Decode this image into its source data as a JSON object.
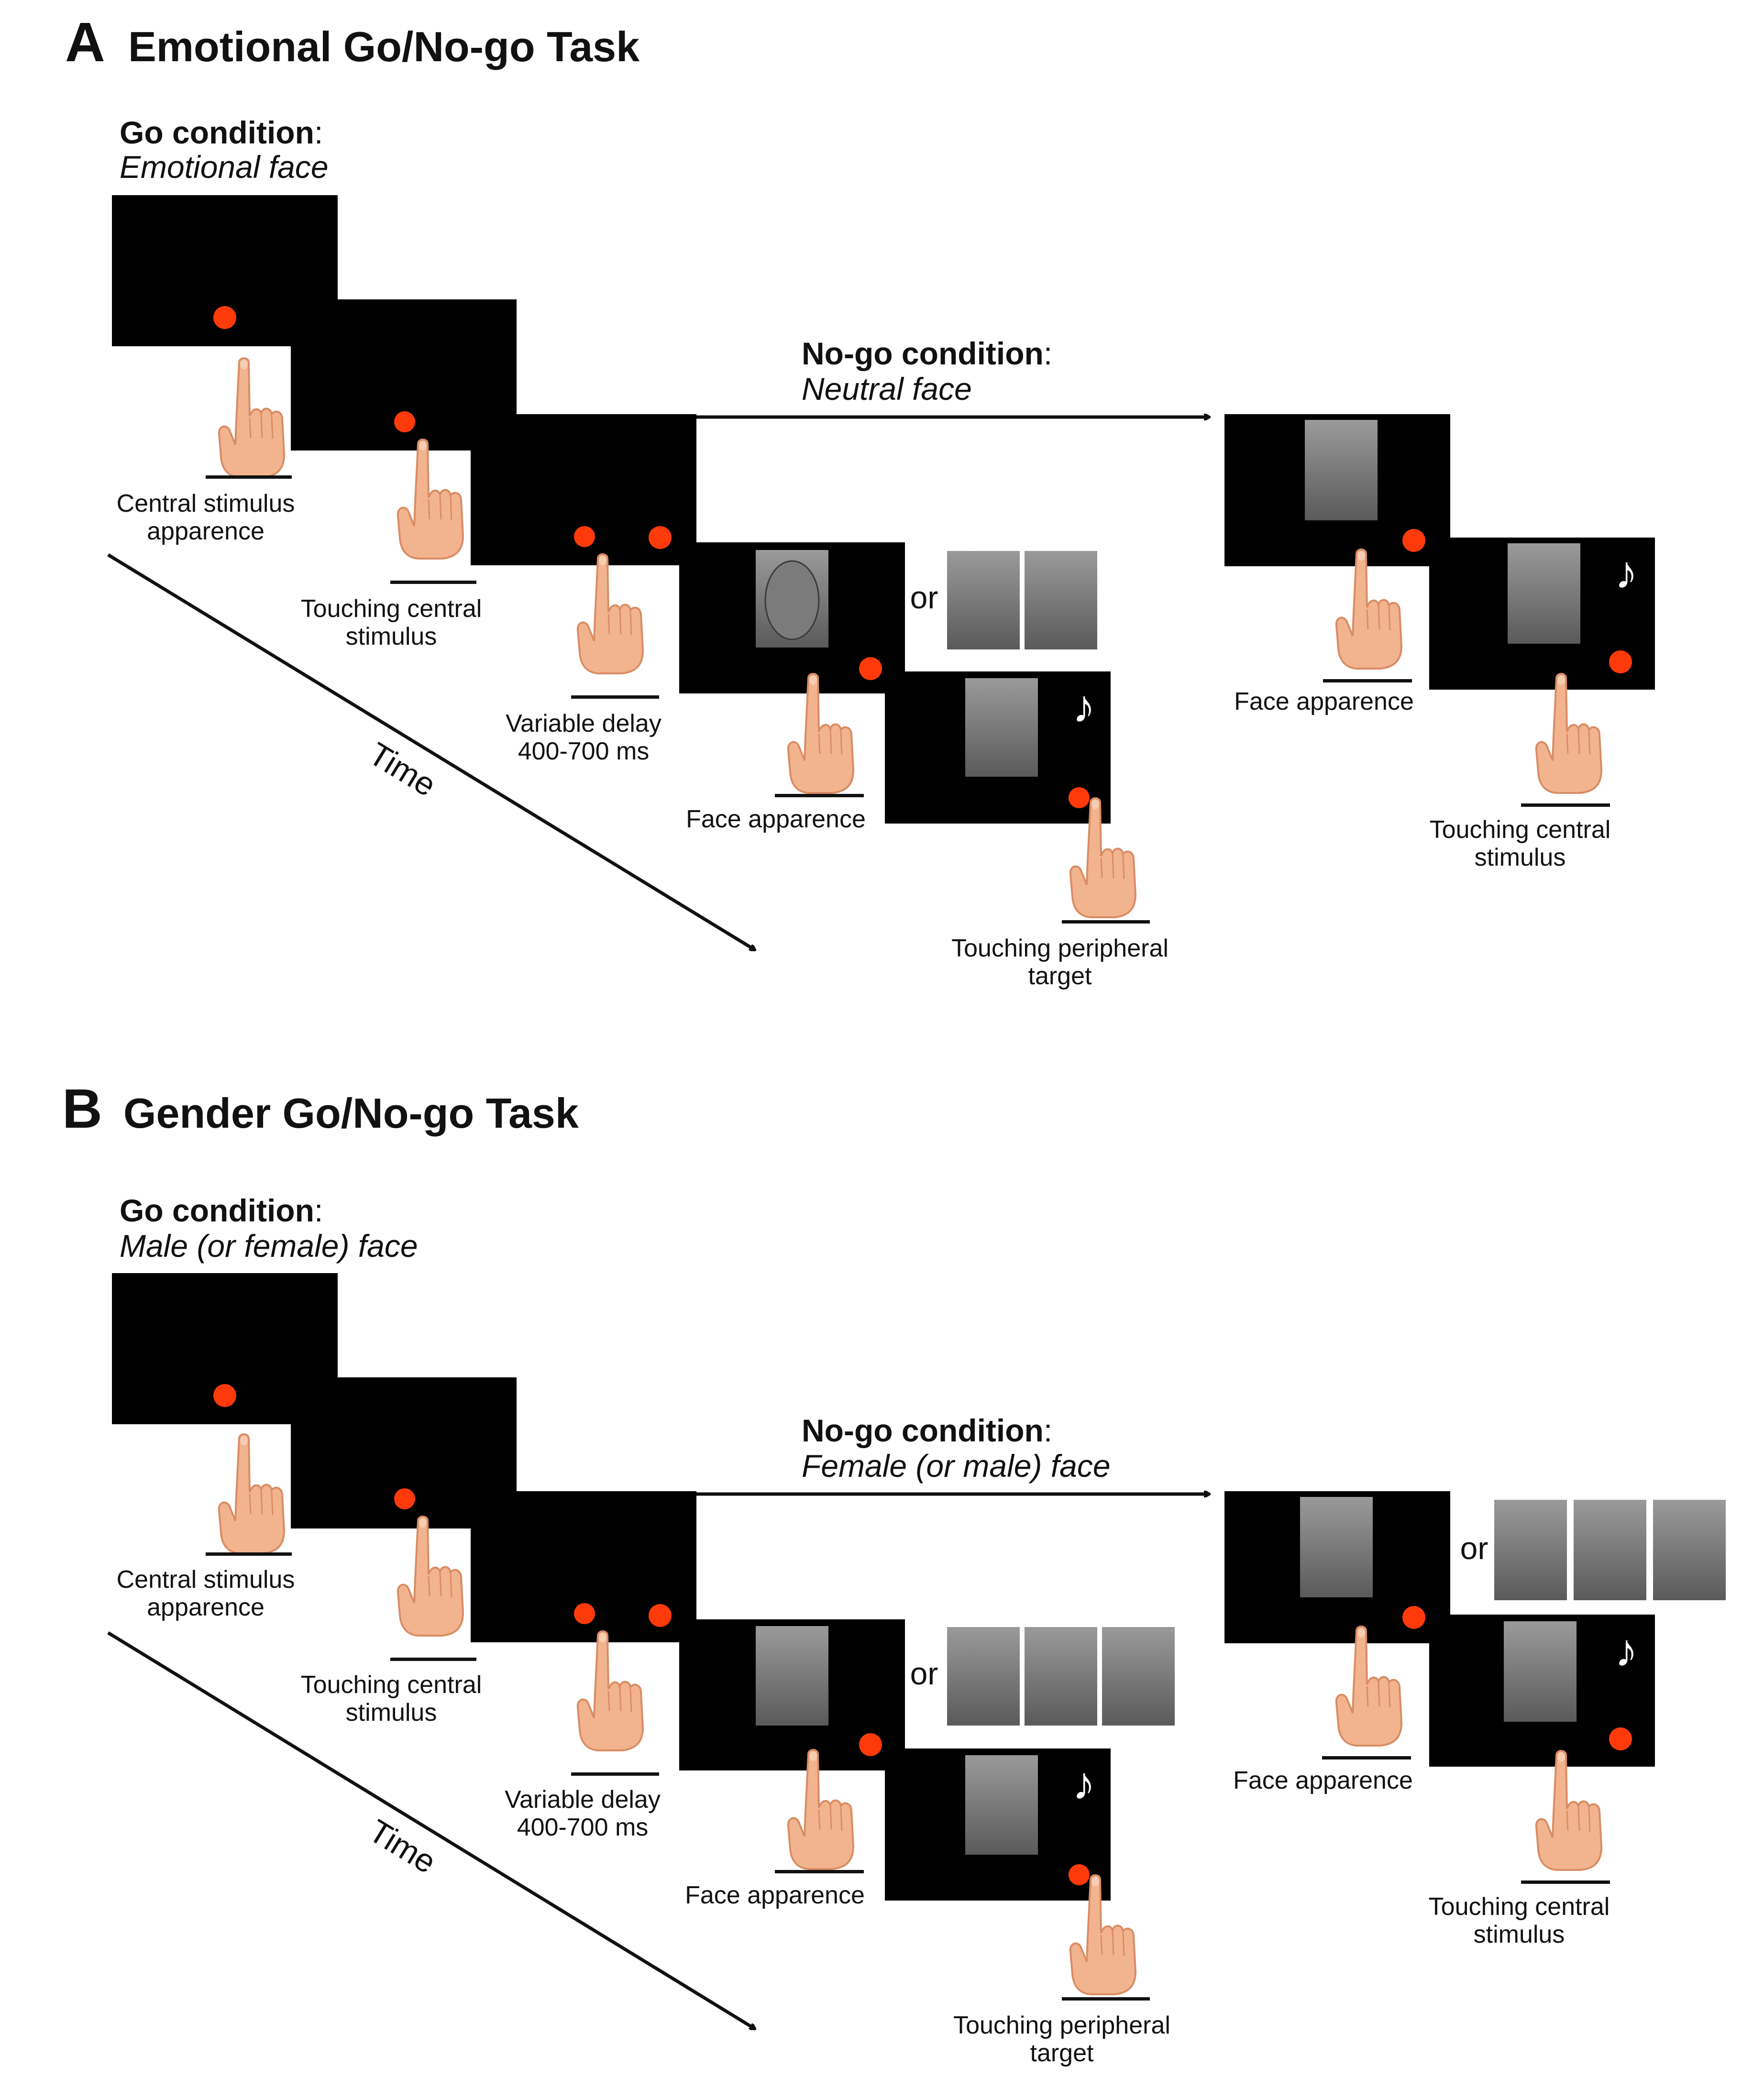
{
  "colors": {
    "screen": "#000000",
    "dot": "#ff3a0a",
    "skin": "#f2b48e",
    "skin_dark": "#d98c64",
    "platform": "#111111",
    "face_bg": "#bdbdbd"
  },
  "icons": [
    "hand-touch-icon",
    "red-dot-icon",
    "music-note-icon",
    "face-photo-icon",
    "arrow-right-icon",
    "time-arrow-icon"
  ],
  "panel_a": {
    "letter": "A",
    "title": "Emotional Go/No-go Task",
    "go_label": "Go condition",
    "go_colon": ":",
    "go_detail": "Emotional face",
    "nogo_label": "No-go condition",
    "nogo_colon": ":",
    "nogo_detail": "Neutral face",
    "time_label": "Time",
    "or_label": "or",
    "note_glyph": "♪",
    "captions": {
      "central_1": "Central stimulus",
      "central_2": "apparence",
      "touch_central_1": "Touching central",
      "touch_central_2": "stimulus",
      "delay_1": "Variable delay",
      "delay_2": "400-700 ms",
      "face": "Face apparence",
      "peripheral_1": "Touching peripheral",
      "peripheral_2": "target",
      "nogo_face": "Face apparence",
      "nogo_touch_1": "Touching central",
      "nogo_touch_2": "stimulus"
    }
  },
  "panel_b": {
    "letter": "B",
    "title": "Gender Go/No-go Task",
    "go_label": "Go condition",
    "go_colon": ":",
    "go_detail": "Male (or female) face",
    "nogo_label": "No-go condition",
    "nogo_colon": ":",
    "nogo_detail": "Female (or male) face",
    "time_label": "Time",
    "or_label": "or",
    "note_glyph": "♪",
    "captions": {
      "central_1": "Central stimulus",
      "central_2": "apparence",
      "touch_central_1": "Touching central",
      "touch_central_2": "stimulus",
      "delay_1": "Variable delay",
      "delay_2": "400-700 ms",
      "face": "Face apparence",
      "peripheral_1": "Touching peripheral",
      "peripheral_2": "target",
      "nogo_face": "Face apparence",
      "nogo_touch_1": "Touching central",
      "nogo_touch_2": "stimulus"
    }
  }
}
